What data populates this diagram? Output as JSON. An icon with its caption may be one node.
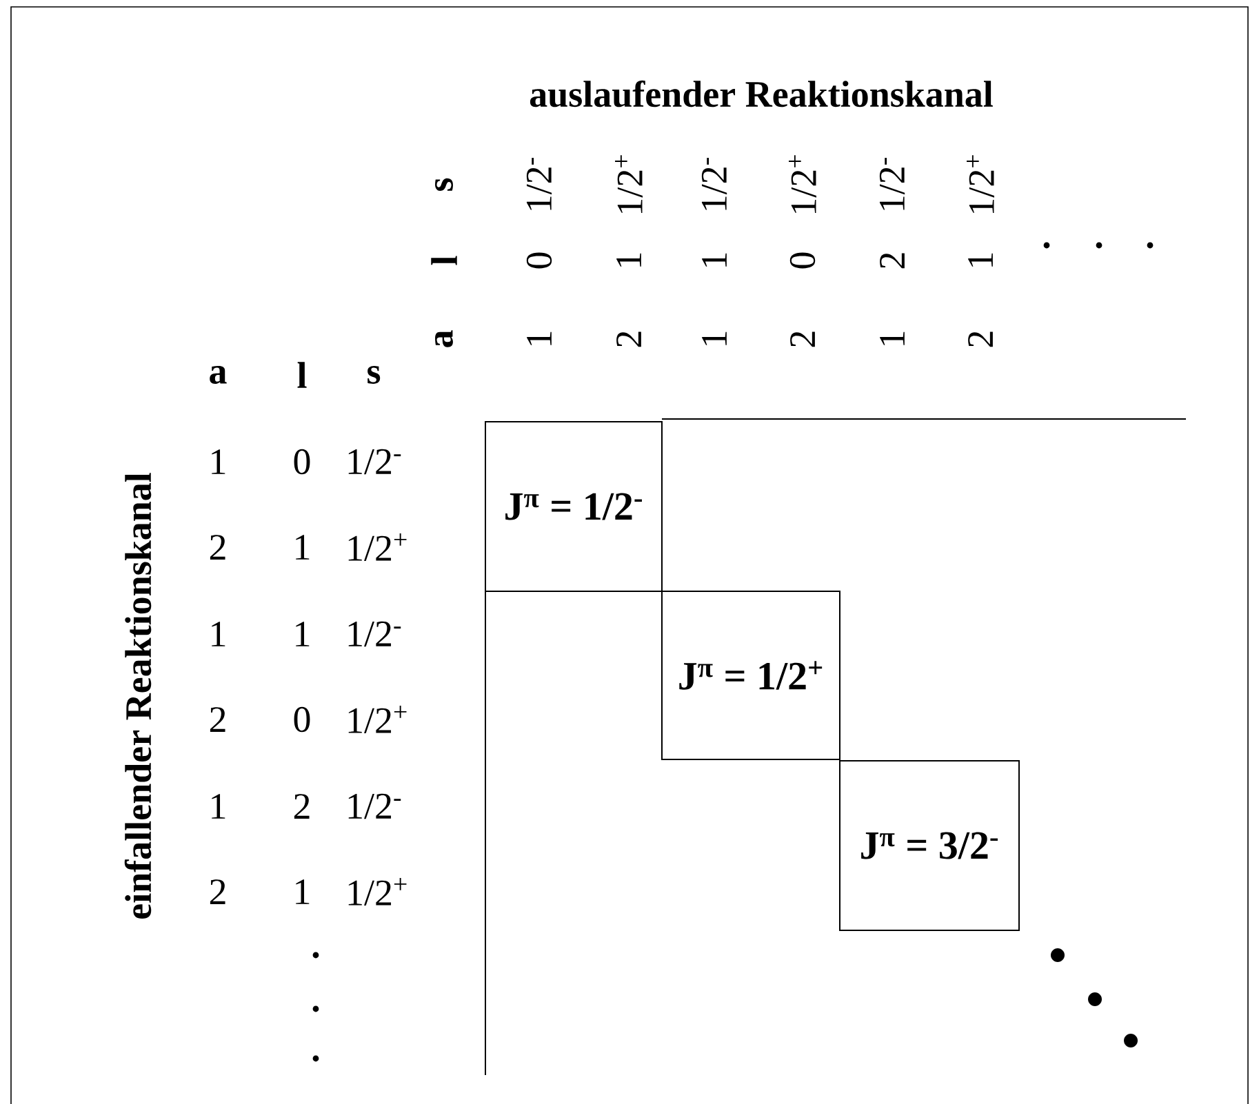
{
  "diagram": {
    "nodes": [
      {
        "text": [
          "J$^{π}$ = 1/2$^{-}$"
        ]
      },
      {
        "text": [
          "J$^{π}$ = 1/2$^{+}$"
        ]
      },
      {
        "text": [
          "J$^{π}$ = 3/2$^{-}$"
        ]
      }
    ],
    "labels": [
      "auslaufender Reaktionskanal",
      "einfallender Reaktionskanal",
      "s",
      "1/2$^{-}$",
      "1/2$^{+}$",
      "1/2$^{-}$",
      "1/2$^{+}$",
      "1/2$^{-}$",
      "1/2$^{+}$",
      "l",
      "0",
      "1",
      "1",
      "0",
      "2",
      "1",
      "a",
      "1",
      "2",
      "1",
      "2",
      "1",
      "2",
      "a",
      "l",
      "s",
      "1",
      "0",
      "1/2$^{-}$",
      "2",
      "1",
      "1/2$^{+}$",
      "1",
      "1",
      "1/2$^{-}$",
      "2",
      "0",
      "1/2$^{+}$",
      "1",
      "2",
      "1/2$^{-}$",
      "2",
      "1",
      "1/2$^{+}$"
    ]
  }
}
